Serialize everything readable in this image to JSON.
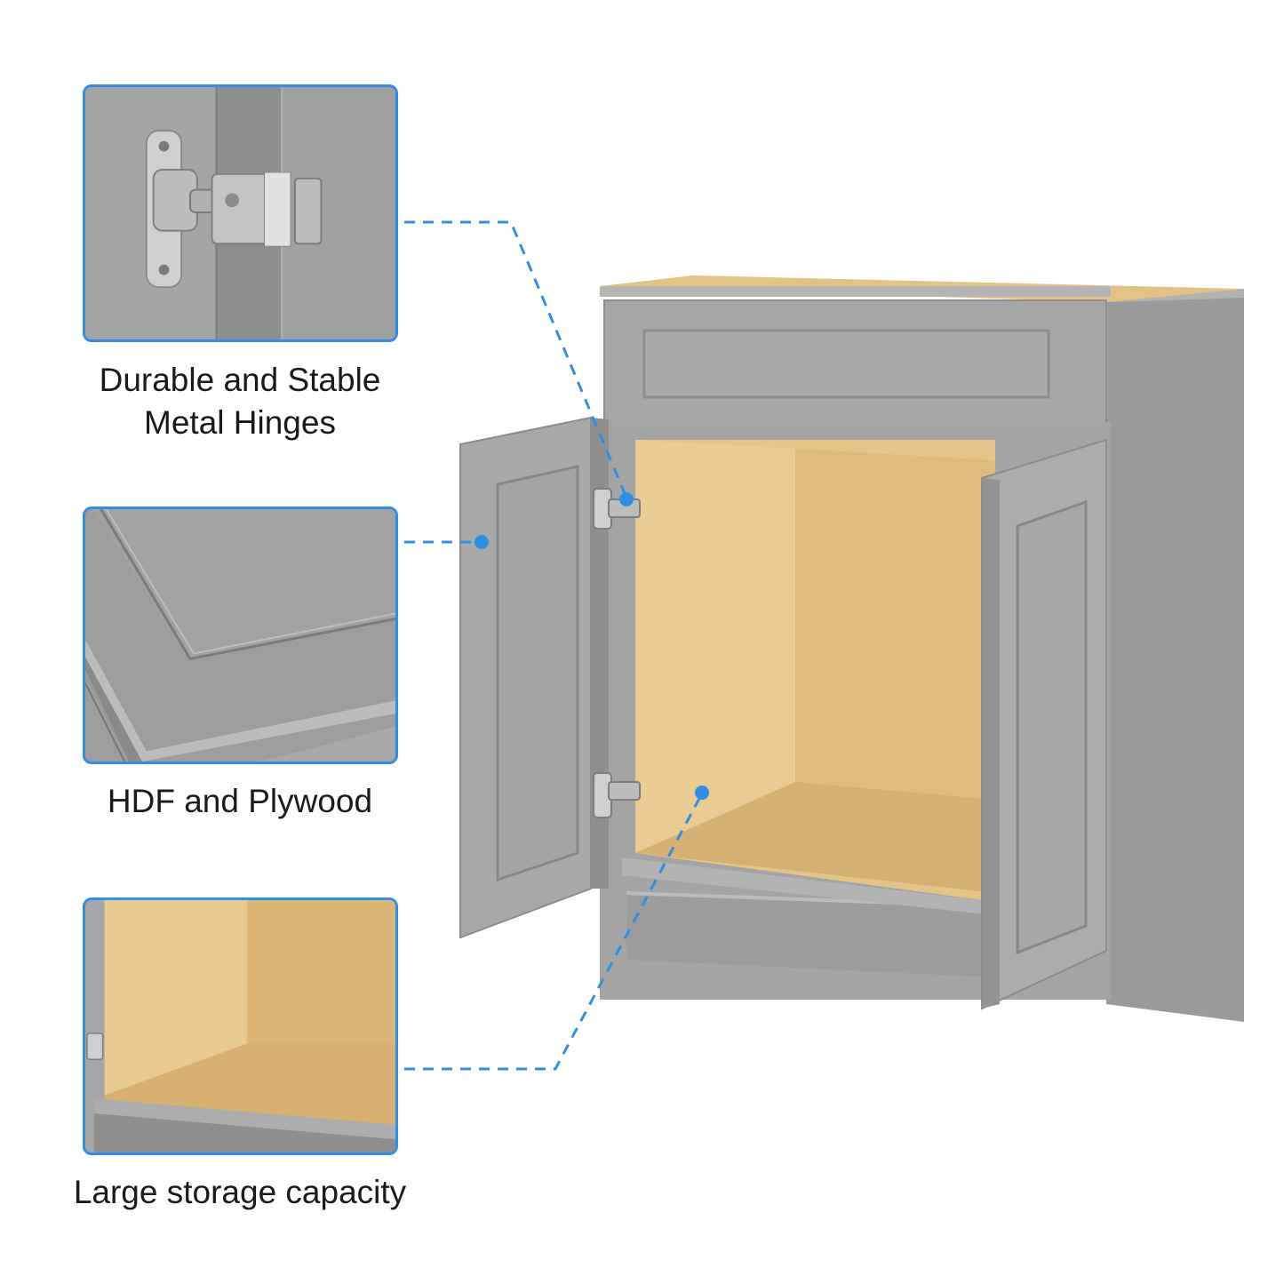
{
  "features": [
    {
      "id": "hinge",
      "caption_lines": [
        "Durable and Stable",
        "Metal Hinges"
      ]
    },
    {
      "id": "hdf",
      "caption_lines": [
        "HDF and Plywood"
      ]
    },
    {
      "id": "storage",
      "caption_lines": [
        "Large storage capacity"
      ]
    }
  ],
  "colors": {
    "accent": "#2f8fe6",
    "cabinet_gray": "#a3a3a3",
    "cabinet_gray_dark": "#8e8e8e",
    "plywood": "#e6c68c",
    "plywood_dark": "#d9b274",
    "metal": "#c9c9c9"
  }
}
